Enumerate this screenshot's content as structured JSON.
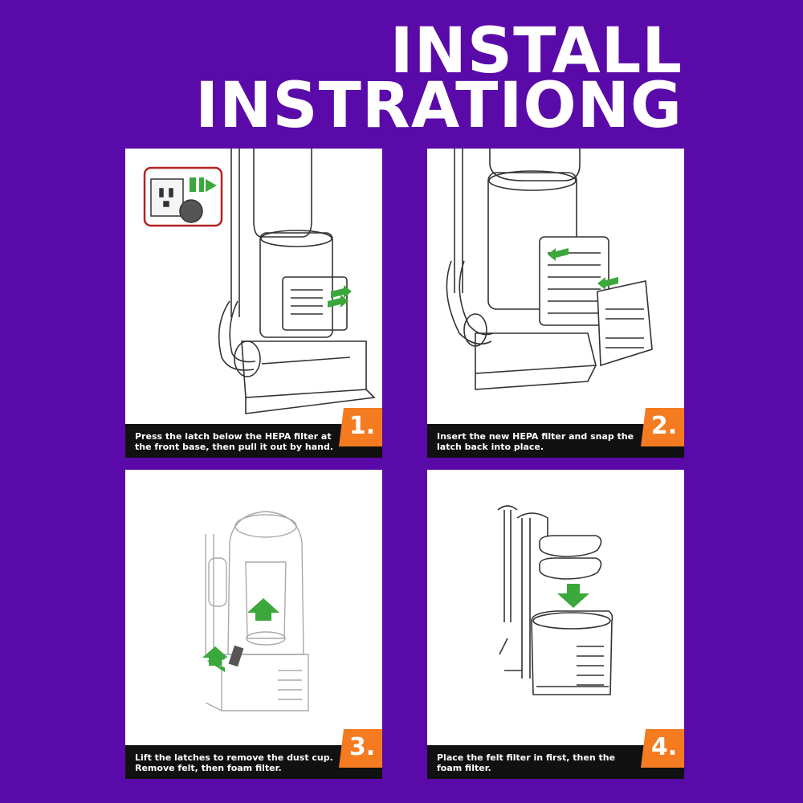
{
  "title": {
    "line1": "INSTALL",
    "line2": "INSTRATIONG"
  },
  "colors": {
    "background": "#5a0aa8",
    "badge": "#f47b20",
    "badge_shadow": "#c25a0c",
    "arrow": "#3aa83a",
    "caption_bar": "#111111"
  },
  "steps": [
    {
      "number": "1.",
      "caption": "Press the latch below the HEPA filter at the front base, then pull it out by hand."
    },
    {
      "number": "2.",
      "caption": "Insert the new HEPA filter and snap the latch back into place."
    },
    {
      "number": "3.",
      "caption": "Lift the latches to remove the dust cup. Remove felt, then foam filter."
    },
    {
      "number": "4.",
      "caption": "Place the felt filter in first, then the foam filter."
    }
  ]
}
